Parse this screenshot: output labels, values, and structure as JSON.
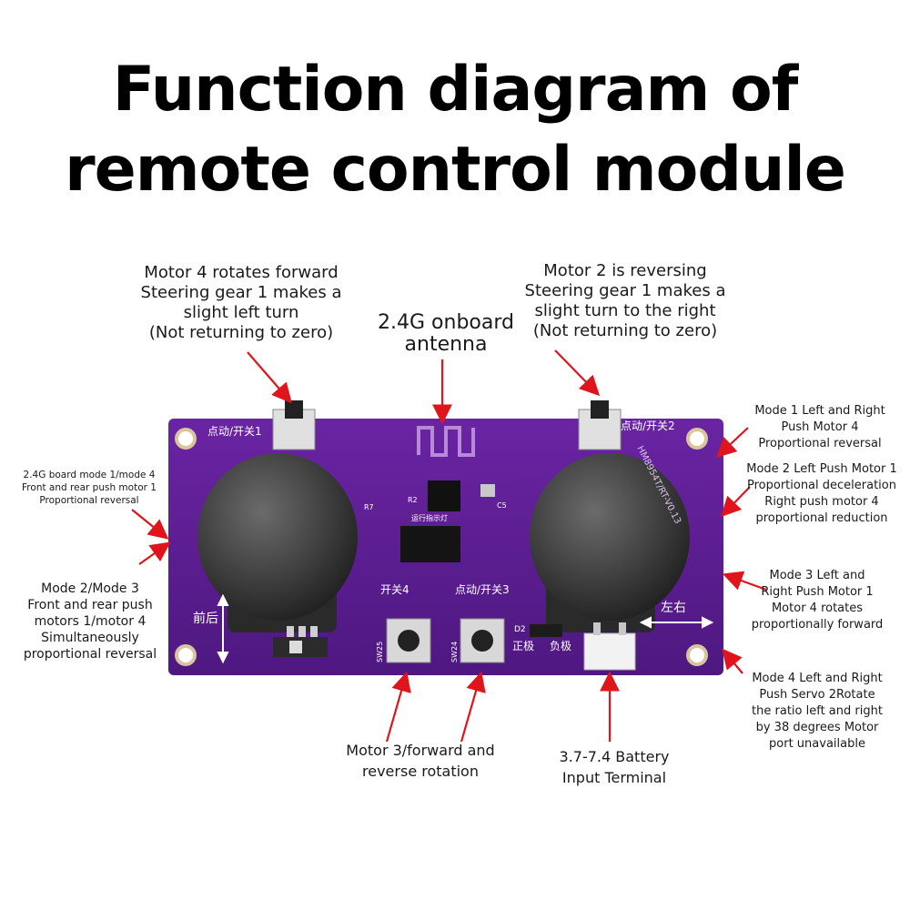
{
  "title": {
    "line1": "Function diagram of",
    "line2": "remote control module"
  },
  "labels": {
    "top_left": [
      "Motor 4 rotates forward",
      "Steering gear 1 makes a",
      "slight left turn",
      "(Not returning to zero)"
    ],
    "antenna": [
      "2.4G onboard",
      "antenna"
    ],
    "top_right": [
      "Motor 2 is reversing",
      "Steering gear 1 makes a",
      "slight turn to the right",
      "(Not returning to zero)"
    ],
    "left_upper": [
      "2.4G board mode 1/mode 4",
      "Front and rear push motor 1",
      "Proportional reversal"
    ],
    "left_lower": [
      "Mode 2/Mode 3",
      "Front and rear push",
      "motors 1/motor 4",
      "Simultaneously",
      "proportional reversal"
    ],
    "right_1": [
      "Mode 1 Left and Right",
      "Push Motor 4",
      "Proportional reversal"
    ],
    "right_2": [
      "Mode 2 Left Push Motor 1",
      "Proportional deceleration",
      "Right push motor 4",
      "proportional reduction"
    ],
    "right_3": [
      "Mode 3 Left and",
      "Right Push Motor 1",
      "Motor 4 rotates",
      "proportionally forward"
    ],
    "right_4": [
      "Mode 4 Left and Right",
      "Push Servo 2Rotate",
      "the ratio left and right",
      "by 38 degrees Motor",
      "port unavailable"
    ],
    "bottom_motor3": [
      "Motor 3/forward and",
      "reverse rotation"
    ],
    "bottom_battery": [
      "3.7-7.4 Battery",
      "Input Terminal"
    ]
  },
  "board_text": {
    "sw1": "点动/开关1",
    "sw2": "点动/开关2",
    "sw3": "点动/开关3",
    "sw4": "开关4",
    "front_back": "前后",
    "left_right": "左右",
    "positive": "正极",
    "negative": "负极",
    "version": "HM8954T/RT-V0.13",
    "sw25": "SW25",
    "sw24": "SW24",
    "d2": "D2",
    "r2": "R2",
    "r7": "R7",
    "c5": "C5",
    "run_indicator": "运行指示灯"
  },
  "colors": {
    "board": "#5a1d8f",
    "arrow": "#e0141b",
    "joystick": "#3a3a3a"
  }
}
